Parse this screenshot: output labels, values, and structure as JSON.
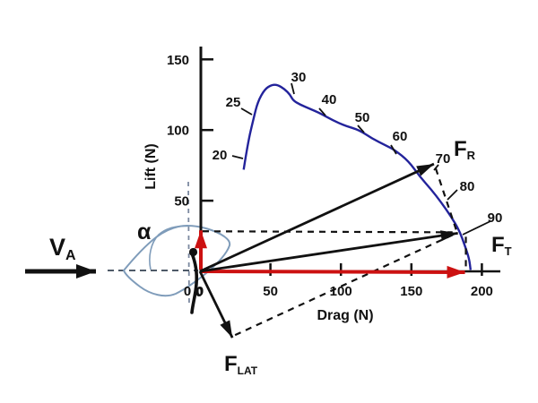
{
  "figure": {
    "labels": {
      "va": {
        "main": "V",
        "sub": "A"
      },
      "fr": {
        "main": "F",
        "sub": "R"
      },
      "ft": {
        "main": "F",
        "sub": "T"
      },
      "flat": {
        "main": "F",
        "sub": "LAT"
      },
      "alpha": "α",
      "origin_zero_left": "0",
      "origin_zero_right": "0"
    },
    "colors": {
      "curve_blue": "#23239b",
      "accent_red": "#cc1111",
      "hull_blue": "#7f9cba",
      "ink": "#111111",
      "guide_grey_dark": "#4e5a68",
      "guide_grey_light": "#7c89a0"
    }
  },
  "chart_data": {
    "type": "line",
    "title": "",
    "xlabel": "Drag (N)",
    "ylabel": "Lift (N)",
    "xlim": [
      0,
      212
    ],
    "ylim": [
      0,
      160
    ],
    "grid": false,
    "x_ticks": [
      0,
      50,
      100,
      150,
      200
    ],
    "y_ticks": [
      50,
      100,
      150
    ],
    "curve_units": "newtons [drag, lift]",
    "curve": [
      [
        31,
        72
      ],
      [
        34,
        91
      ],
      [
        38,
        108
      ],
      [
        41,
        120
      ],
      [
        46,
        129
      ],
      [
        51,
        132
      ],
      [
        55,
        132
      ],
      [
        60,
        129
      ],
      [
        64,
        125
      ],
      [
        66,
        121
      ],
      [
        71,
        118
      ],
      [
        78,
        115
      ],
      [
        85,
        112
      ],
      [
        94,
        107
      ],
      [
        103,
        103
      ],
      [
        113,
        100
      ],
      [
        122,
        94
      ],
      [
        132,
        89
      ],
      [
        138,
        86
      ],
      [
        148,
        78
      ],
      [
        156,
        67
      ],
      [
        164,
        58
      ],
      [
        171,
        49
      ],
      [
        178,
        39
      ],
      [
        184,
        29
      ],
      [
        188,
        18
      ],
      [
        191,
        9
      ],
      [
        192,
        1
      ]
    ],
    "angle_points": [
      {
        "angle": "20",
        "drag": 31,
        "lift": 72
      },
      {
        "angle": "25",
        "drag": 38,
        "lift": 108
      },
      {
        "angle": "30",
        "drag": 66,
        "lift": 125
      },
      {
        "angle": "40",
        "drag": 86,
        "lift": 111
      },
      {
        "angle": "50",
        "drag": 114,
        "lift": 99
      },
      {
        "angle": "60",
        "drag": 139,
        "lift": 85
      },
      {
        "angle": "70",
        "drag": 164,
        "lift": 60
      },
      {
        "angle": "80",
        "drag": 178,
        "lift": 40
      },
      {
        "angle": "90",
        "drag": 186,
        "lift": 26
      }
    ],
    "vectors": [
      {
        "name": "FR",
        "drag": 166,
        "lift": 76,
        "color": "black"
      },
      {
        "name": "FT",
        "drag": 183,
        "lift": 27,
        "color": "black"
      },
      {
        "name": "FLAT",
        "drag": 23,
        "lift": -47,
        "color": "black"
      },
      {
        "name": "drag-component",
        "drag": 188,
        "lift": 0,
        "color": "red"
      },
      {
        "name": "lift-component",
        "drag": 0,
        "lift": 29,
        "color": "red"
      }
    ]
  }
}
